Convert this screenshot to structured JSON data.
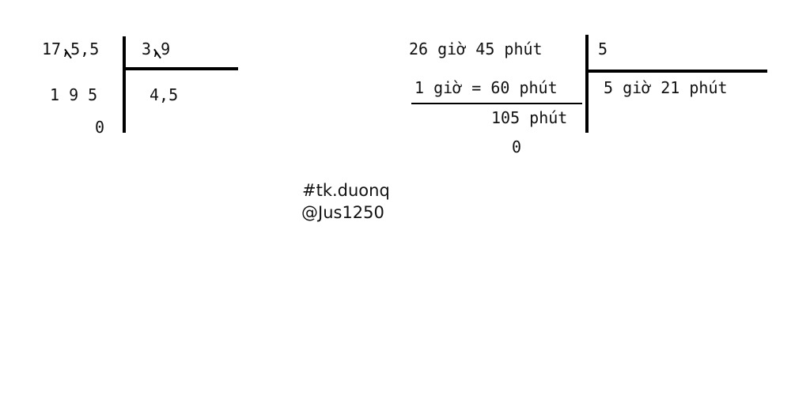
{
  "division1": {
    "dividend": "17,5,5",
    "divisor": "3,9",
    "remainder_row": "1 9 5",
    "final_remainder": "0",
    "quotient": "4,5"
  },
  "division2": {
    "dividend": "26 giờ 45 phút",
    "divisor": "5",
    "conversion": "1 giờ = 60 phút",
    "subtotal": "105 phút",
    "final_remainder": "0",
    "quotient": "5 giờ 21 phút"
  },
  "signature": {
    "line1": "#tk.duonq",
    "line2": "@Jus1250"
  }
}
